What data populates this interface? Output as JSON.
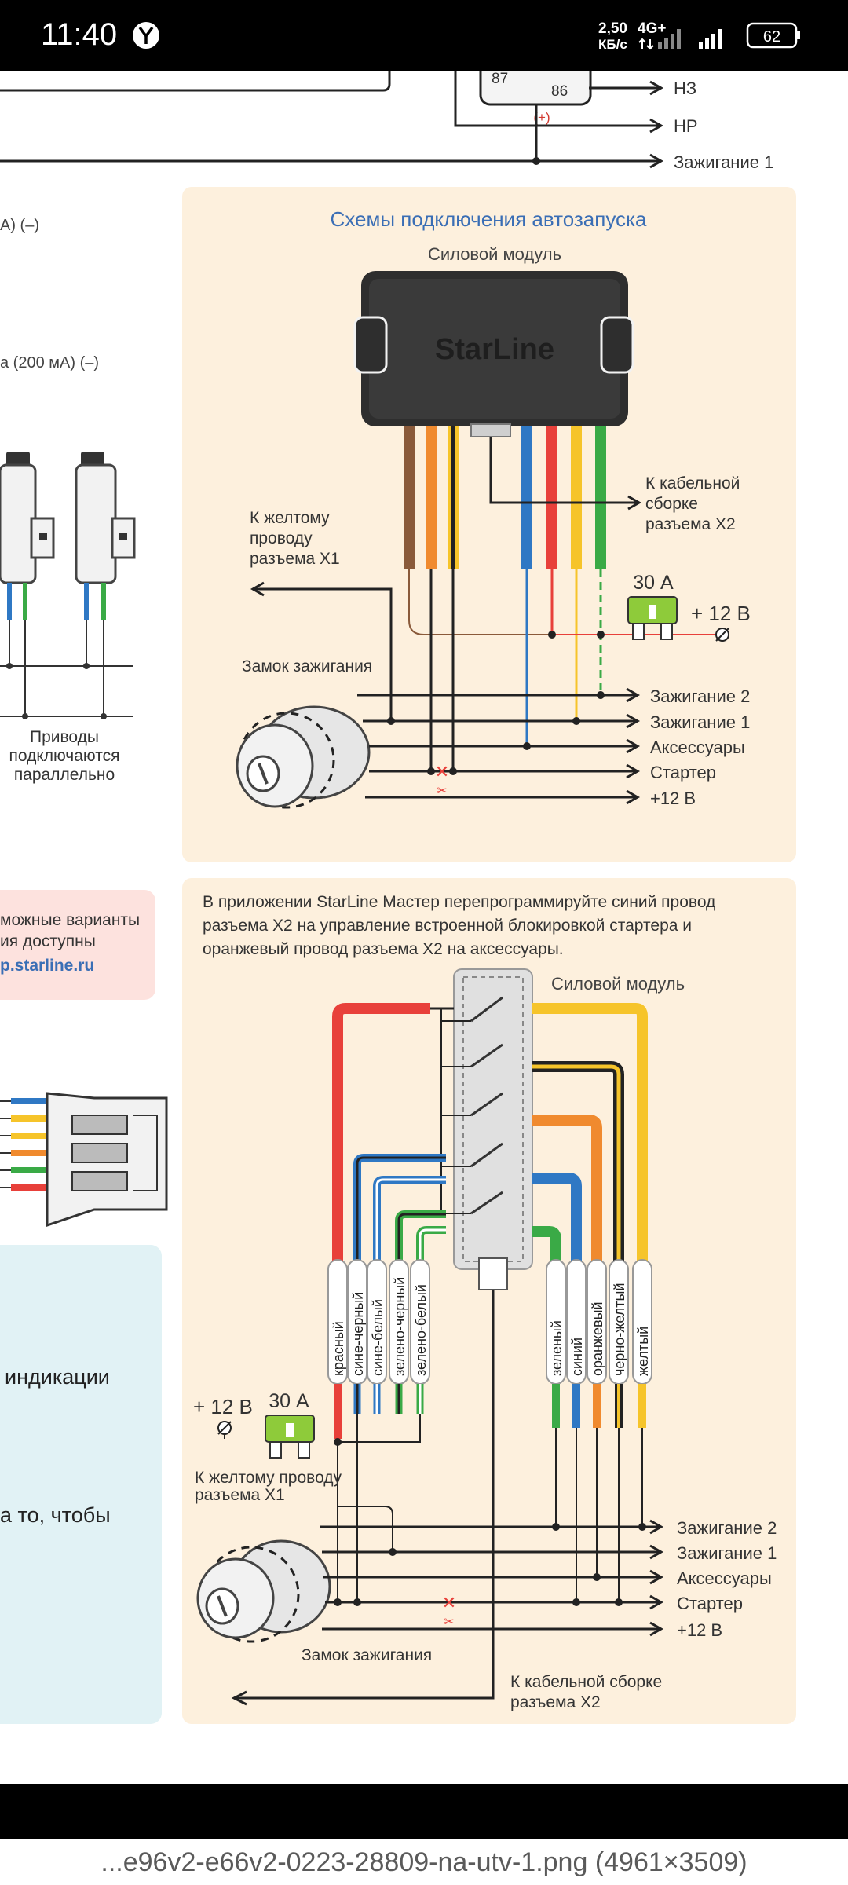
{
  "status_bar": {
    "time": "11:40",
    "network_speed": "2,50",
    "network_unit": "КБ/с",
    "network_type": "4G+",
    "battery": "62"
  },
  "top_fragment": {
    "pin_87": "87",
    "pin_86": "86",
    "plus_mark": "(+)",
    "out_nz": "НЗ",
    "out_nr": "НР",
    "out_ignition1": "Зажигание 1"
  },
  "left_column": {
    "frag1": "А) (–)",
    "frag2": "а (200 мА) (–)",
    "drives_note": [
      "Приводы",
      "подключаются",
      "параллельно"
    ],
    "pink_box": [
      "можные варианты",
      "ия доступны",
      "p.starline.ru"
    ],
    "blue_box_1": "индикации",
    "blue_box_2": "а то, чтобы"
  },
  "scheme1": {
    "title": "Схемы подключения автозапуска",
    "power_module": "Силовой модуль",
    "brand": "StarLine",
    "to_cable": [
      "К кабельной",
      "сборке",
      "разъема X2"
    ],
    "to_yellow": [
      "К желтому",
      "проводу",
      "разъема X1"
    ],
    "fuse": "30 А",
    "plus12": "+ 12 В",
    "ignition_lock": "Замок зажигания",
    "outputs": [
      "Зажигание 2",
      "Зажигание 1",
      "Аксессуары",
      "Стартер",
      "+12 В"
    ]
  },
  "scheme2": {
    "intro": [
      "В приложении StarLine Мастер перепрограммируйте синий провод",
      "разъема X2 на управление встроенной блокировкой стартера и",
      "оранжевый провод разъема X2 на аксессуары."
    ],
    "power_module": "Силовой модуль",
    "left_wires": [
      "красный",
      "сине-черный",
      "сине-белый",
      "зелено-черный",
      "зелено-белый"
    ],
    "right_wires": [
      "зеленый",
      "синий",
      "оранжевый",
      "черно-желтый",
      "желтый"
    ],
    "plus12": "+ 12 В",
    "fuse": "30 А",
    "to_yellow": [
      "К желтому проводу",
      "разъема X1"
    ],
    "ignition_lock": "Замок зажигания",
    "to_cable": [
      "К кабельной сборке",
      "разъема X2"
    ],
    "outputs": [
      "Зажигание 2",
      "Зажигание 1",
      "Аксессуары",
      "Стартер",
      "+12 В"
    ]
  },
  "footer": {
    "caption": "...e96v2-e66v2-0223-28809-na-utv-1.png (4961×3509)"
  },
  "colors": {
    "panel_beige": "#fdf0dd",
    "title_blue": "#3a6eb5",
    "wire_red": "#e8403a",
    "wire_orange": "#f08a2e",
    "wire_yellow": "#f6c42a",
    "wire_green": "#3aaa46",
    "wire_blue": "#2f78c4",
    "wire_brown": "#8a5a3a",
    "fuse_green": "#8ecb3a",
    "pink_box": "#fde2de",
    "blue_box": "#e1f2f5"
  }
}
